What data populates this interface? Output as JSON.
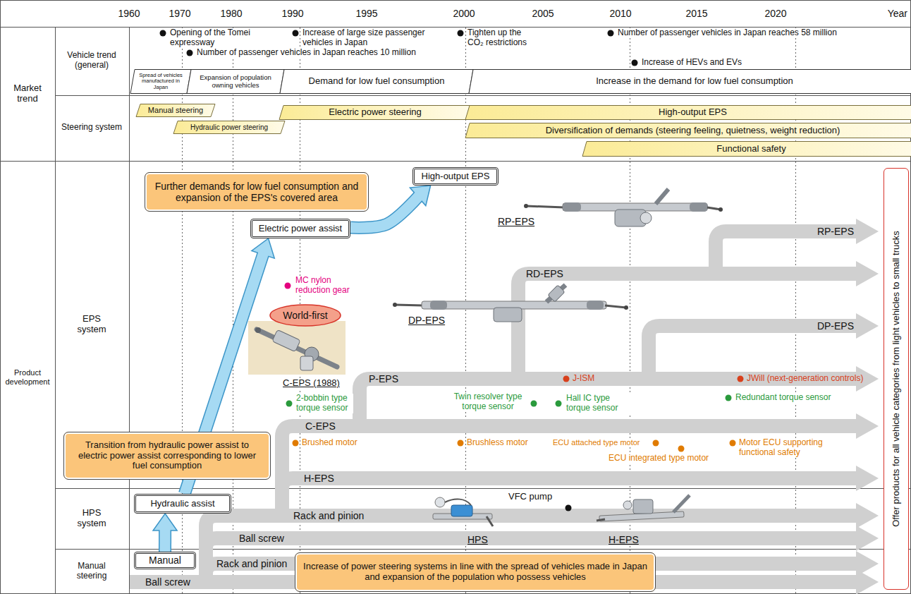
{
  "diagram": {
    "nodes": [
      {
        "text": [
          "Spread of vehicles manufactured in Japan"
        ]
      },
      {
        "text": [
          "Expansion of population owning vehicles"
        ]
      },
      {
        "text": [
          "Demand for low fuel consumption"
        ]
      },
      {
        "text": [
          "Increase in the demand for low fuel consumption"
        ]
      },
      {
        "text": [
          "Manual steering"
        ]
      },
      {
        "text": [
          "Hydraulic power steering"
        ]
      },
      {
        "text": [
          "Electric power steering"
        ]
      },
      {
        "text": [
          "High-output EPS"
        ]
      },
      {
        "text": [
          "Diversification of demands (steering feeling, quietness, weight reduction)"
        ]
      },
      {
        "text": [
          "Functional safety"
        ]
      },
      {
        "text": [
          "Further demands for low fuel consumption and expansion of the EPS's covered area"
        ]
      },
      {
        "text": [
          "High-output EPS"
        ]
      },
      {
        "text": [
          "Electric power assist"
        ]
      },
      {
        "text": [
          "World-first"
        ]
      },
      {
        "text": [
          "Transition from hydraulic power assist to electric power assist corresponding to lower fuel consumption"
        ]
      },
      {
        "text": [
          "Hydraulic assist"
        ]
      },
      {
        "text": [
          "Manual"
        ]
      },
      {
        "text": [
          "Increase of power steering systems in line with the spread of vehicles made in Japan and expansion of the population who possess vehicles"
        ]
      },
      {
        "text": [
          "Offer products for all vehicle categories from light vehicles to small trucks"
        ]
      }
    ],
    "edges": [
      {
        "from": 16,
        "to": 15,
        "arrow": "to"
      },
      {
        "from": 15,
        "to": 12,
        "arrow": "to"
      },
      {
        "from": 12,
        "to": 11,
        "arrow": "to"
      }
    ],
    "labels": [
      "1960",
      "1970",
      "1980",
      "1990",
      "1995",
      "2000",
      "2005",
      "2010",
      "2015",
      "2020",
      "Year",
      "Market trend",
      "Vehicle trend (general)",
      "Opening of the Tomei expressway",
      "Increase of large size passenger vehicles in Japan",
      "Tighten up the CO₂ restrictions",
      "Number of passenger vehicles in Japan reaches 58 million",
      "Number of passenger vehicles in Japan reaches 10 million",
      "Increase of HEVs and EVs",
      "Steering system",
      "Product development",
      "EPS system",
      "RP-EPS",
      "RP-EPS",
      "RD-EPS",
      "MC nylon reduction gear",
      "DP-EPS",
      "DP-EPS",
      "C-EPS (1988)",
      "P-EPS",
      "J-ISM",
      "JWill (next-generation controls)",
      "2-bobbin type torque sensor",
      "Twin resolver type torque sensor",
      "Hall IC type torque sensor",
      "Redundant torque sensor",
      "C-EPS",
      "Brushed motor",
      "Brushless motor",
      "ECU attached type motor",
      "ECU integrated type motor",
      "Motor ECU supporting functional safety",
      "H-EPS",
      "HPS system",
      "VFC pump",
      "Rack and pinion",
      "HPS",
      "H-EPS",
      "Ball screw",
      "Manual steering",
      "Rack and pinion",
      "Ball screw"
    ]
  }
}
